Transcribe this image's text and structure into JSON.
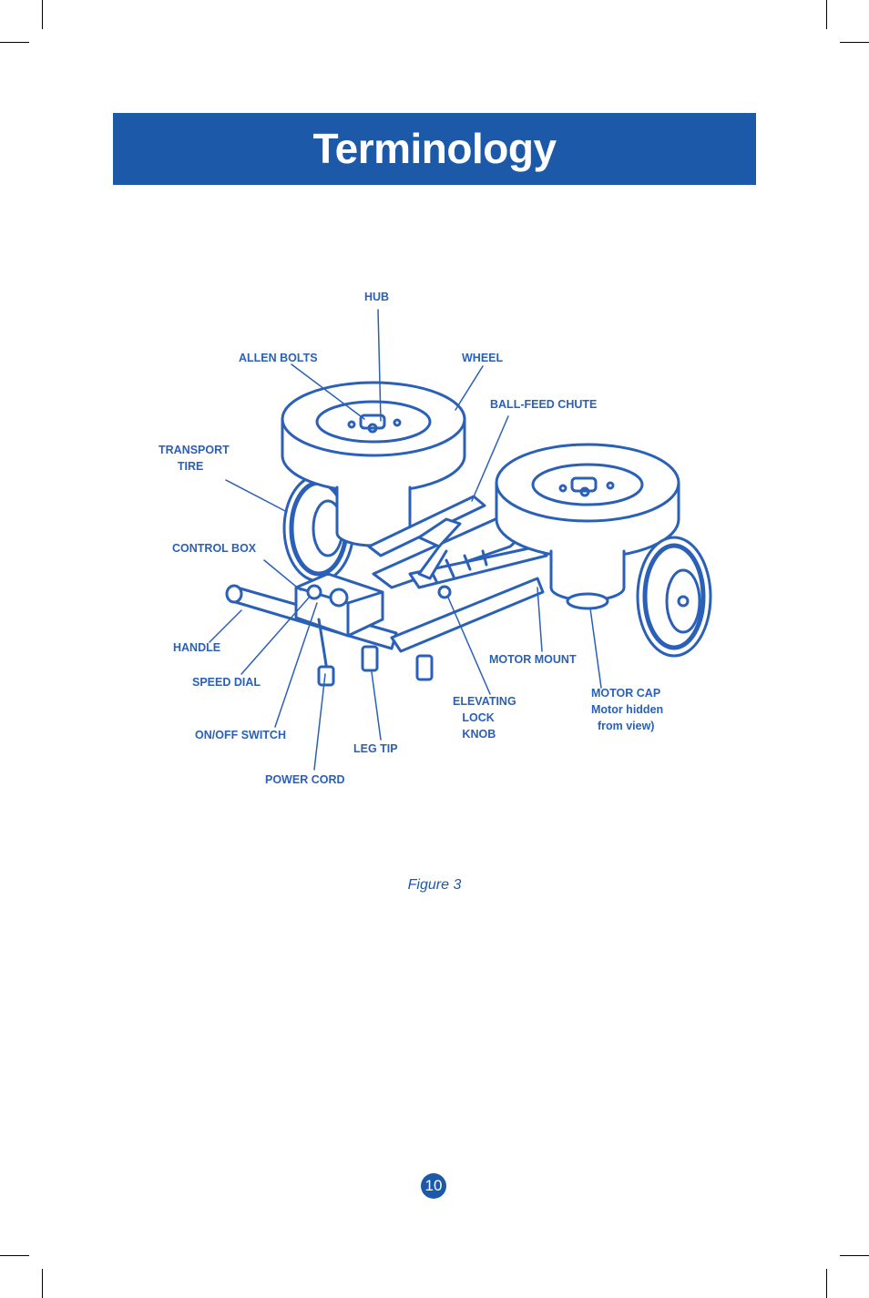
{
  "header": {
    "title": "Terminology"
  },
  "figure": {
    "labels": {
      "hub": "HUB",
      "allen_bolts": "ALLEN BOLTS",
      "wheel": "WHEEL",
      "ball_feed_chute": "BALL-FEED CHUTE",
      "transport_tire": "TRANSPORT\n      TIRE",
      "control_box": "CONTROL BOX",
      "handle": "HANDLE",
      "speed_dial": "SPEED DIAL",
      "on_off_switch": "ON/OFF SWITCH",
      "power_cord": "POWER CORD",
      "leg_tip": "LEG TIP",
      "elevating_lock_knob": "ELEVATING\n   LOCK\n   KNOB",
      "motor_mount": "MOTOR MOUNT",
      "motor_cap": "MOTOR CAP",
      "motor_cap_note": "Motor hidden\n  from view)"
    },
    "caption": "Figure 3"
  },
  "footer": {
    "page_number": "10"
  },
  "colors": {
    "brand_blue": "#1c5aa9",
    "drawing_blue": "#2a60b8"
  }
}
